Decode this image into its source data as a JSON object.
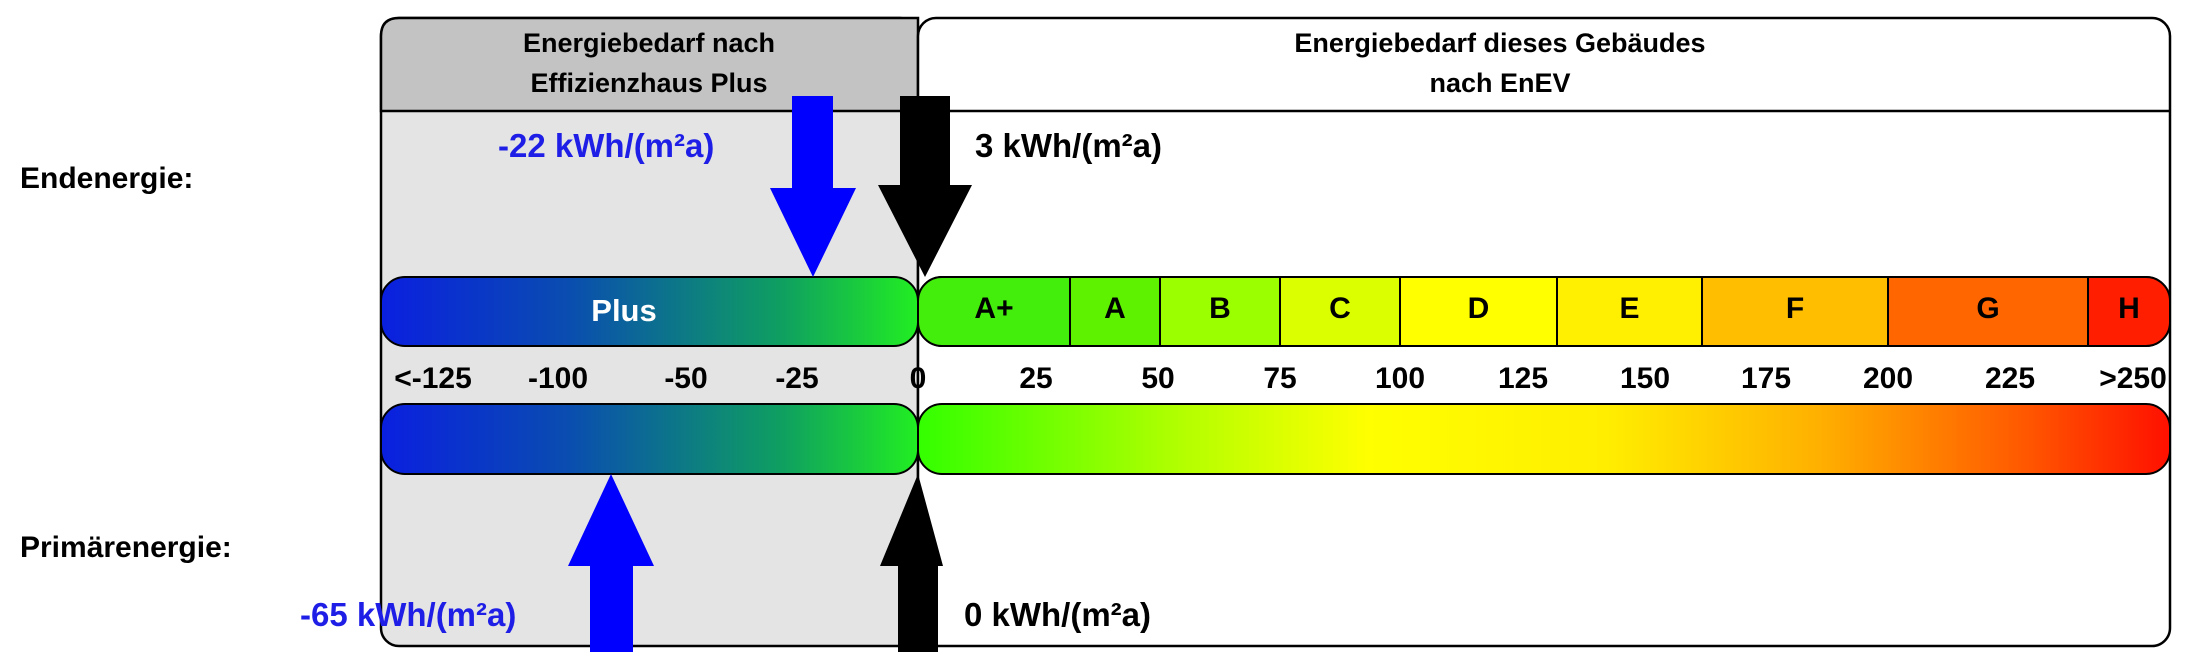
{
  "labels": {
    "endenergie": "Endenergie:",
    "primaerenergie": "Primärenergie:"
  },
  "panels": {
    "plus_title_line1": "Energiebedarf nach",
    "plus_title_line2": "Effizienzhaus Plus",
    "enev_title_line1": "Energiebedarf dieses Gebäudes",
    "enev_title_line2": "nach EnEV"
  },
  "scale": {
    "plus_label": "Plus",
    "classes": [
      "A+",
      "A",
      "B",
      "C",
      "D",
      "E",
      "F",
      "G",
      "H"
    ],
    "ticks_plus": [
      "<-125",
      "-100",
      "-50",
      "-25"
    ],
    "ticks_enev": [
      "0",
      "25",
      "50",
      "75",
      "100",
      "125",
      "150",
      "175",
      "200",
      "225",
      ">250"
    ]
  },
  "indicators": {
    "end_plus": {
      "text": "-22 kWh/(m²a)",
      "value": -22
    },
    "end_enev": {
      "text": "3 kWh/(m²a)",
      "value": 3
    },
    "primary_plus": {
      "text": "-65 kWh/(m²a)",
      "value": -65
    },
    "primary_enev": {
      "text": "0 kWh/(m²a)",
      "value": 0
    }
  },
  "colors": {
    "blue_arrow": "#0000ff",
    "blue_text": "#1e1ee6",
    "black_arrow": "#000000",
    "plus_panel_bg": "#e4e4e4",
    "plus_header_bg": "#c3c3c3",
    "plus_gradient": [
      "#0a1fe0",
      "#0a4db0",
      "#0fa060",
      "#22ee22"
    ],
    "enev_gradient": [
      "#33ff00",
      "#d9ff00",
      "#ffff00",
      "#ffb000",
      "#ff3500",
      "#ff0000"
    ]
  }
}
